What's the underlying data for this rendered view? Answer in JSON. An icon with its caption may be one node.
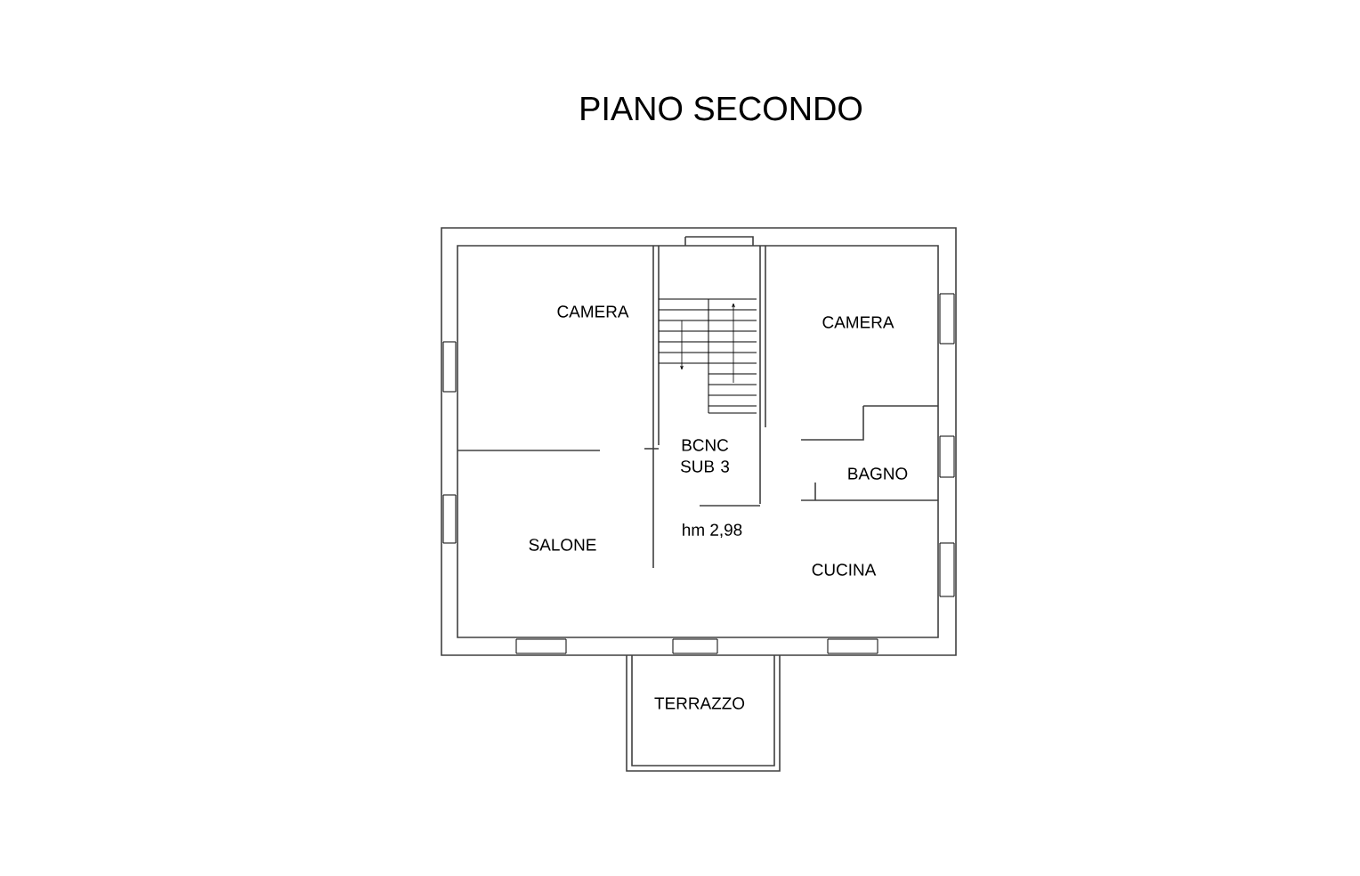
{
  "diagram": {
    "title": "PIANO SECONDO",
    "labels": [
      "CAMERA",
      "CAMERA",
      "BCNC SUB 3",
      "BAGNO",
      "hm 2,98",
      "SALONE",
      "CUCINA",
      "TERRAZZO"
    ]
  }
}
